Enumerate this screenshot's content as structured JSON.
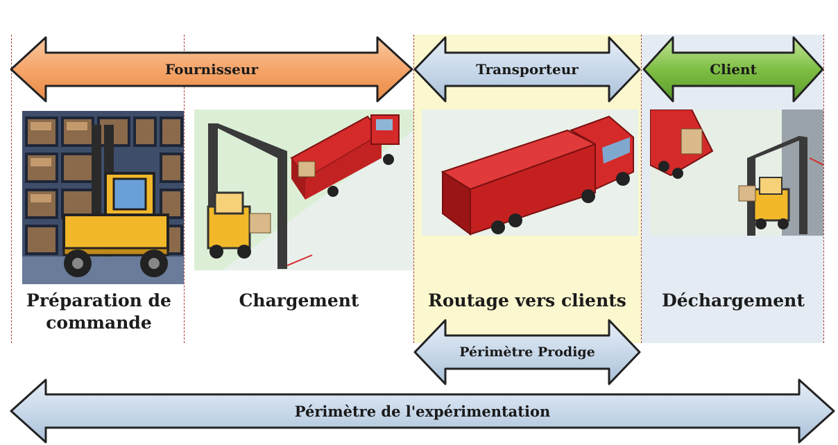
{
  "arrows": {
    "fournisseur": "Fournisseur",
    "transporteur": "Transporteur",
    "client": "Client",
    "perimetre_prodige": "Périmètre Prodige",
    "perimetre_experimentation": "Périmètre de l'expérimentation"
  },
  "stages": {
    "preparation": "Préparation de commande",
    "chargement": "Chargement",
    "routage": "Routage vers clients",
    "dechargement": "Déchargement"
  },
  "colors": {
    "fournisseur_fill": "#f5a56a",
    "transporteur_fill": "#c9d9ea",
    "client_fill": "#7fbf45",
    "truck_red": "#d42a2a",
    "forklift_yellow": "#f2b82a",
    "band_yellow": "#fbf8cf",
    "band_blue": "#e4ebf2"
  },
  "icons": [
    "warehouse-forklift-illustration",
    "loading-gate-illustration",
    "truck-illustration",
    "unloading-gate-illustration"
  ]
}
